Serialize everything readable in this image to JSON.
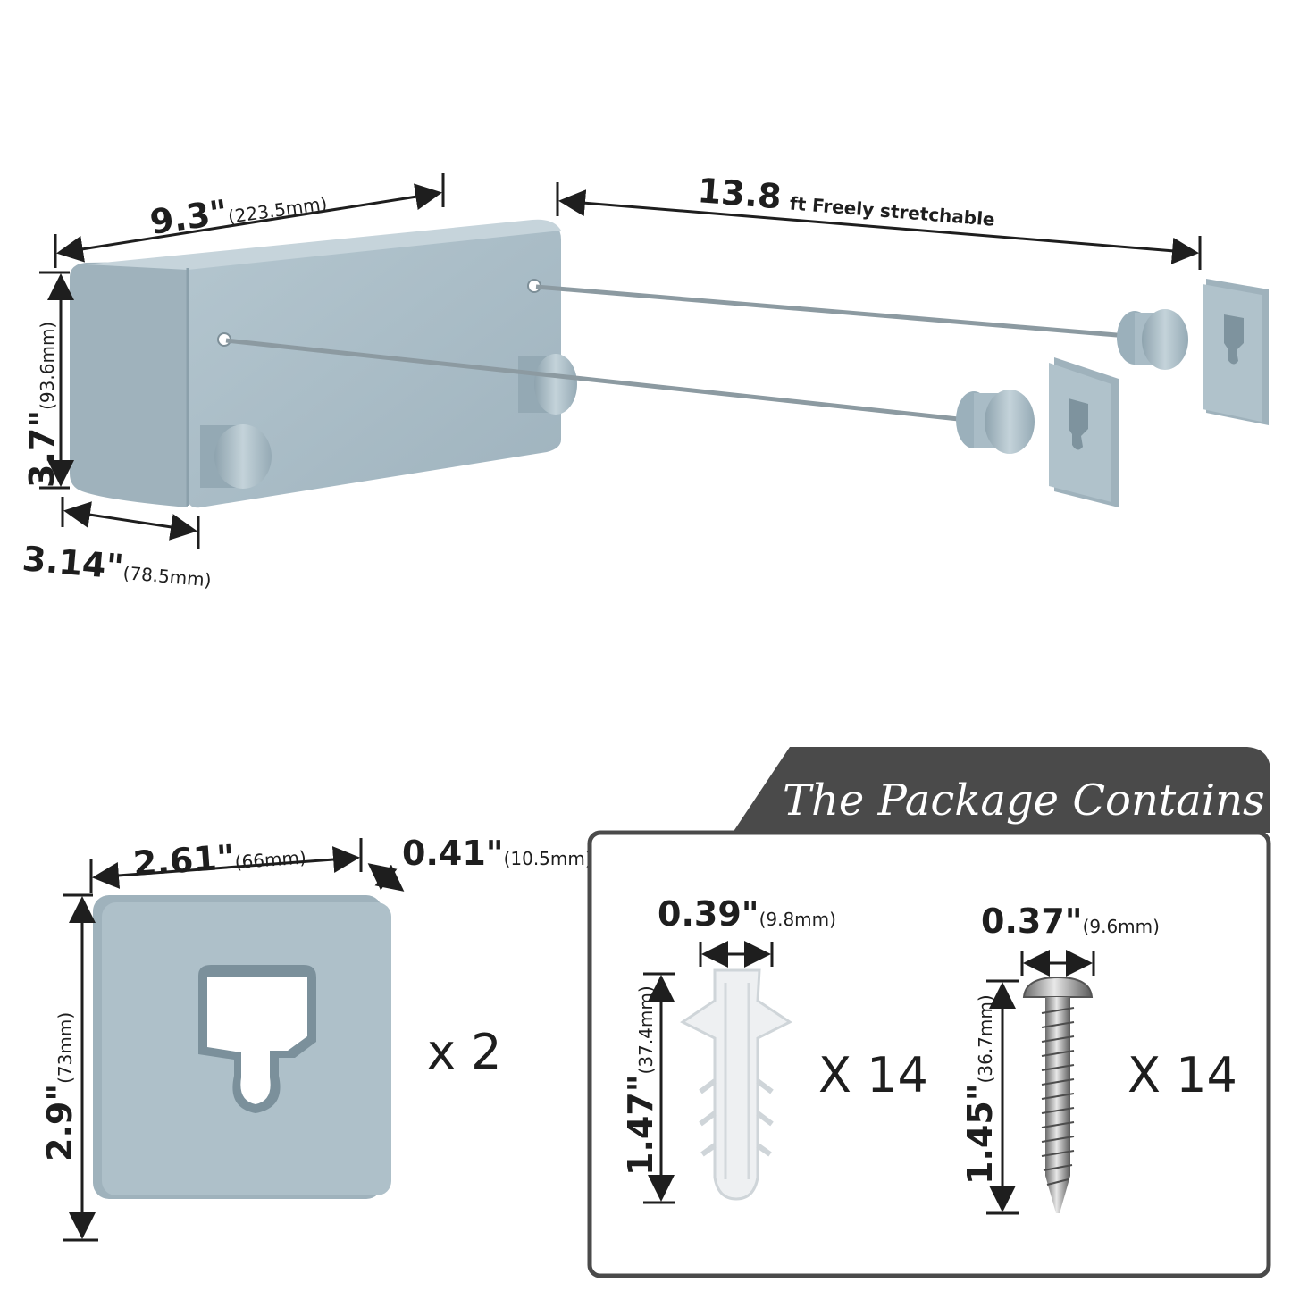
{
  "main_unit": {
    "width": {
      "value": "9.3\"",
      "metric": "(223.5mm)"
    },
    "height": {
      "value": "3.7\"",
      "metric": "(93.6mm)"
    },
    "depth": {
      "value": "3.14\"",
      "metric": "(78.5mm)"
    },
    "line_length": {
      "value": "13.8",
      "label": "ft Freely stretchable"
    }
  },
  "wall_plate": {
    "width": {
      "value": "2.61\"",
      "metric": "(66mm)"
    },
    "thickness": {
      "value": "0.41\"",
      "metric": "(10.5mm)"
    },
    "height": {
      "value": "2.9\"",
      "metric": "(73mm)"
    },
    "quantity": "x 2"
  },
  "package": {
    "title": "The Package Contains",
    "anchor": {
      "width": {
        "value": "0.39\"",
        "metric": "(9.8mm)"
      },
      "length": {
        "value": "1.47\"",
        "metric": "(37.4mm)"
      },
      "quantity": "X 14"
    },
    "screw": {
      "width": {
        "value": "0.37\"",
        "metric": "(9.6mm)"
      },
      "length": {
        "value": "1.45\"",
        "metric": "(36.7mm)"
      },
      "quantity": "X 14"
    }
  },
  "colors": {
    "product": "#a9bcc6",
    "product_dark": "#8ea3ae",
    "banner": "#4a4a4a",
    "frame": "#4a4a4a"
  }
}
